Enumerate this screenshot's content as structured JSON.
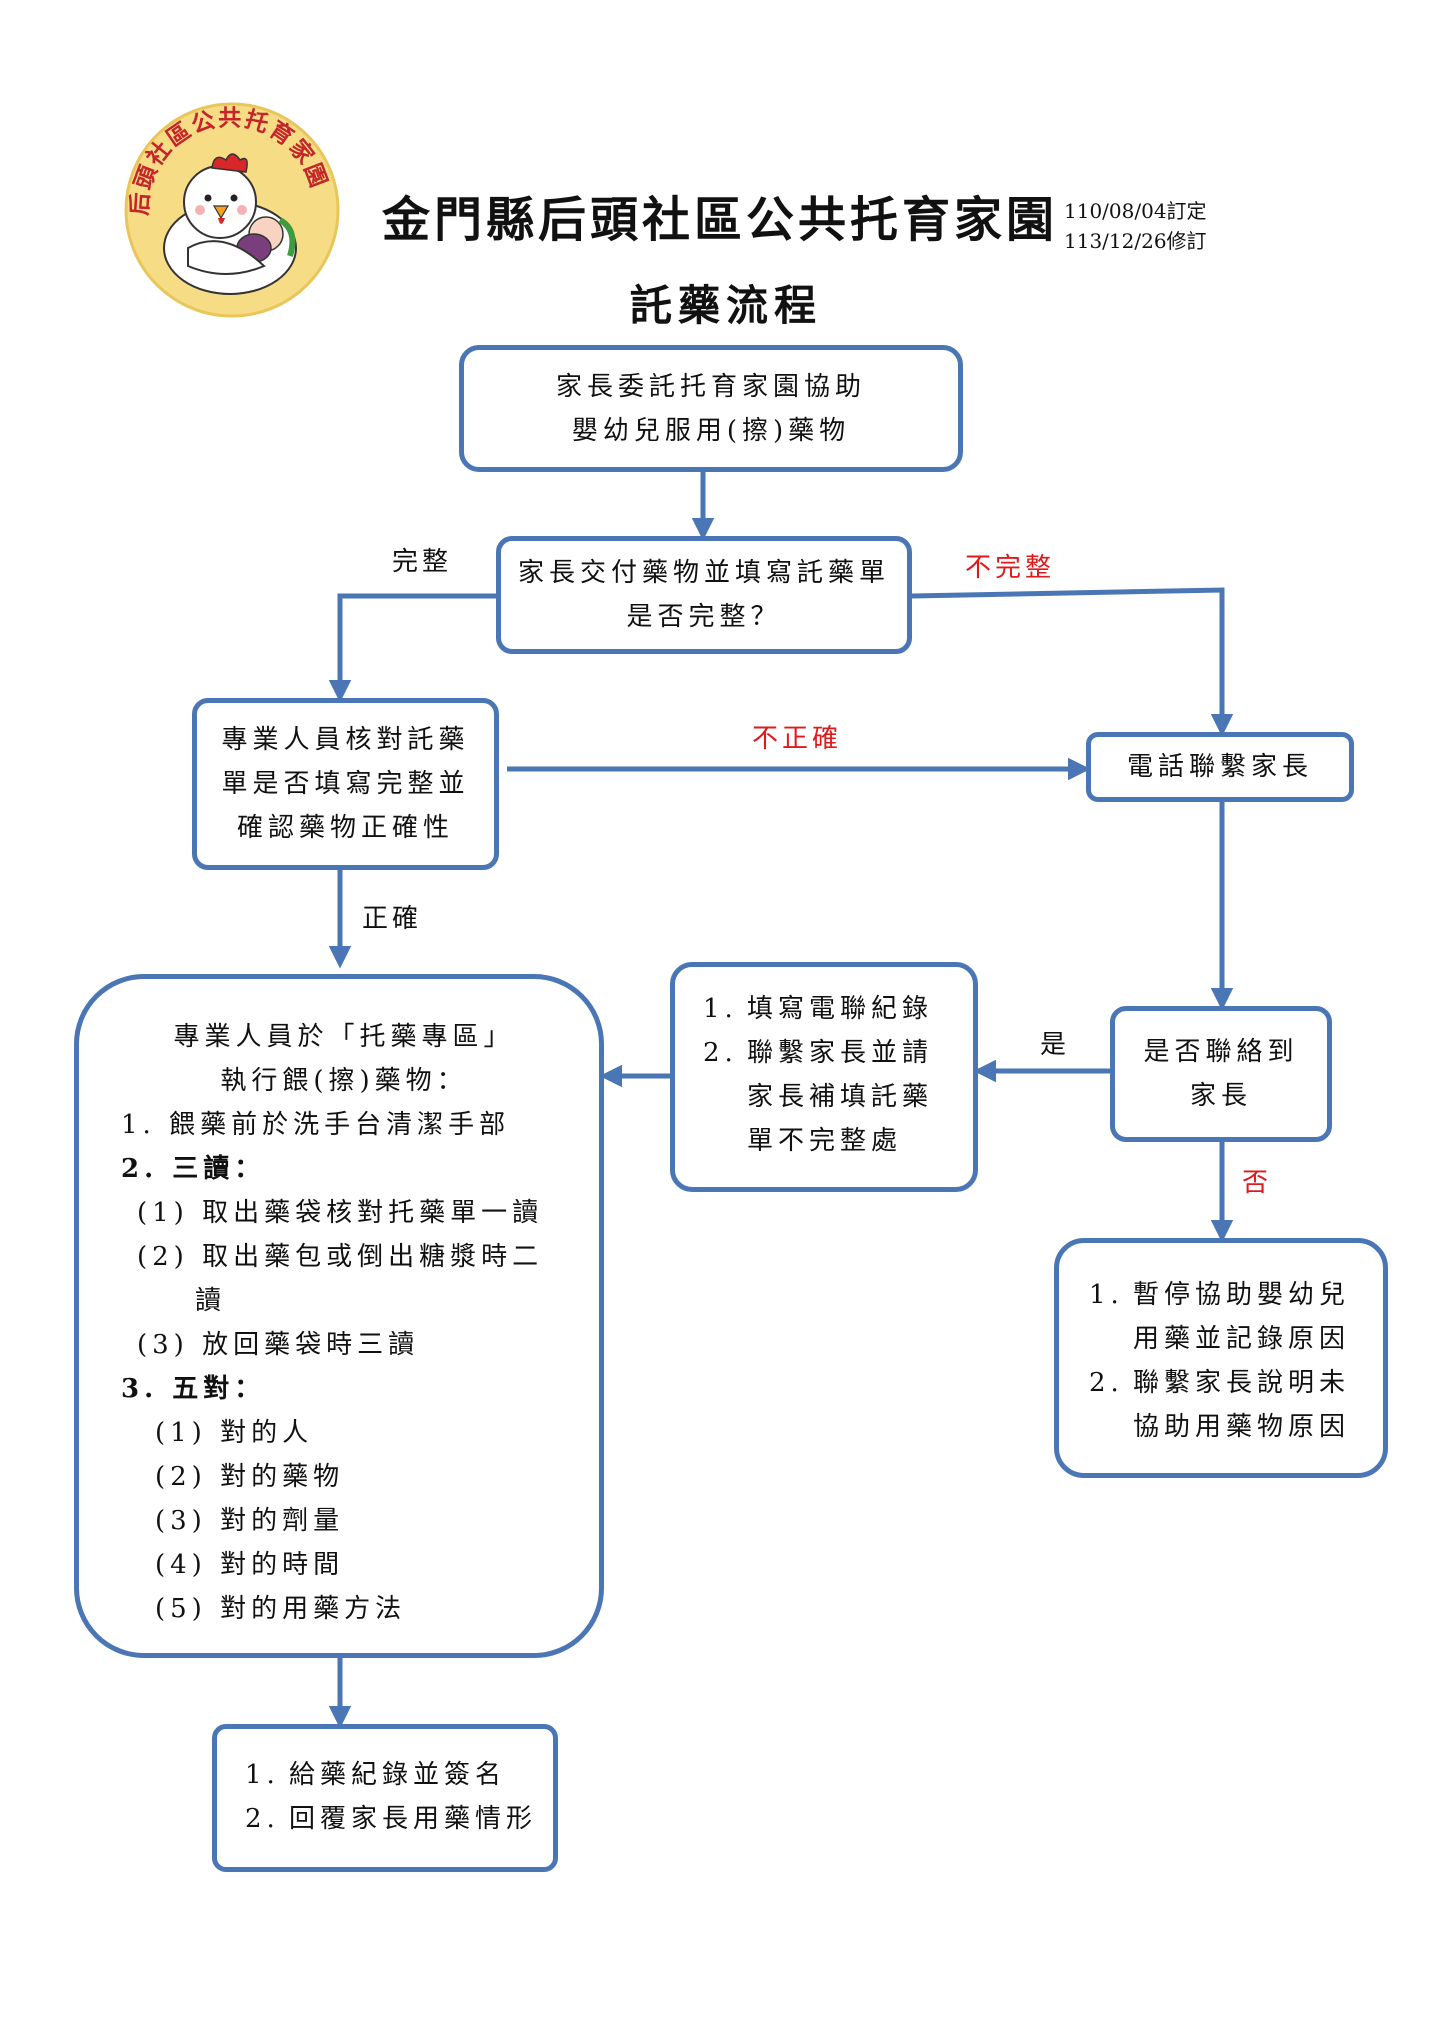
{
  "header": {
    "logo_text": "后頭社區公共托育家園",
    "title": "金門縣后頭社區公共托育家園",
    "date_created": "110/08/04訂定",
    "date_revised": "113/12/26修訂",
    "subtitle": "託藥流程"
  },
  "flow": {
    "start": [
      "家長委託托育家園協助",
      "嬰幼兒服用(擦)藥物"
    ],
    "check_form": [
      "家長交付藥物並填寫託藥單",
      "是否完整？"
    ],
    "label_complete": "完整",
    "label_incomplete": "不完整",
    "verify": [
      "專業人員核對託藥",
      "單是否填寫完整並",
      "確認藥物正確性"
    ],
    "label_incorrect": "不正確",
    "call_parent": "電話聯繫家長",
    "label_correct": "正確",
    "reached_question": [
      "是否聯絡到",
      "家長"
    ],
    "label_yes": "是",
    "label_no": "否",
    "record_call": {
      "items": [
        {
          "num": "1.",
          "lines": [
            "填寫電聯紀錄"
          ]
        },
        {
          "num": "2.",
          "lines": [
            "聯繫家長並請",
            "家長補填託藥",
            "單不完整處"
          ]
        }
      ]
    },
    "suspend": {
      "items": [
        {
          "num": "1.",
          "lines": [
            "暫停協助嬰幼兒",
            "用藥並記錄原因"
          ]
        },
        {
          "num": "2.",
          "lines": [
            "聯繫家長說明未",
            "協助用藥物原因"
          ]
        }
      ]
    },
    "execute": {
      "intro": [
        "專業人員於「托藥專區」",
        "執行餵(擦)藥物："
      ],
      "step1": "1. 餵藥前於洗手台清潔手部",
      "step2_title": "2. 三讀：",
      "reads": [
        "(1) 取出藥袋核對托藥單一讀",
        "(2) 取出藥包或倒出糖漿時二",
        "讀",
        "(3) 放回藥袋時三讀"
      ],
      "step3_title": "3. 五對：",
      "rights": [
        "(1) 對的人",
        "(2) 對的藥物",
        "(3) 對的劑量",
        "(4) 對的時間",
        "(5) 對的用藥方法"
      ]
    },
    "final": {
      "items": [
        {
          "num": "1.",
          "lines": [
            "給藥紀錄並簽名"
          ]
        },
        {
          "num": "2.",
          "lines": [
            "回覆家長用藥情形"
          ]
        }
      ]
    }
  },
  "colors": {
    "box_border": "#4A76B5",
    "label_red": "#E0191B",
    "logo_fill": "#F7DC86"
  }
}
